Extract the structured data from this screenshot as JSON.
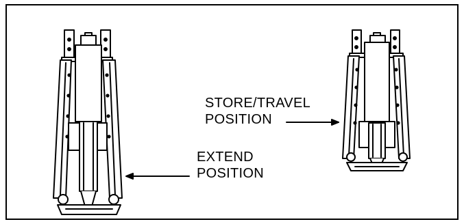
{
  "labels": {
    "store_travel_line1": "STORE/TRAVEL",
    "store_travel_line2": "POSITION",
    "extend_line1": "EXTEND",
    "extend_line2": "POSITION"
  },
  "colors": {
    "ink": "#000000",
    "background": "#ffffff"
  },
  "icons": {
    "extended": "extended-leveling-jack-icon",
    "retracted": "retracted-leveling-jack-icon"
  }
}
